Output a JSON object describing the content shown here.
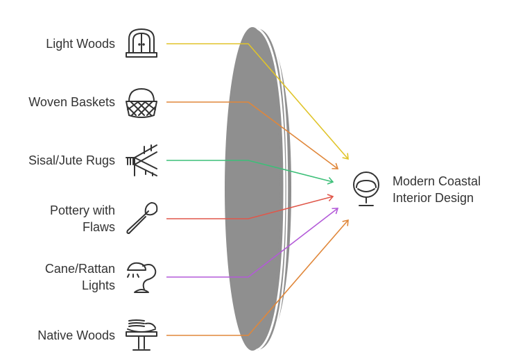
{
  "inputs": [
    {
      "lines": [
        "Light Woods"
      ],
      "color": "#e0c42a",
      "icon": "window-icon"
    },
    {
      "lines": [
        "Woven Baskets"
      ],
      "color": "#e0873a",
      "icon": "basket-icon"
    },
    {
      "lines": [
        "Sisal/Jute Rugs"
      ],
      "color": "#3cbf78",
      "icon": "stairs-icon"
    },
    {
      "lines": [
        "Pottery with",
        "Flaws"
      ],
      "color": "#e0574a",
      "icon": "trowel-icon"
    },
    {
      "lines": [
        "Cane/Rattan",
        "Lights"
      ],
      "color": "#b35ad8",
      "icon": "lamp-icon"
    },
    {
      "lines": [
        "Native Woods"
      ],
      "color": "#e0873a",
      "icon": "plates-icon"
    }
  ],
  "target": {
    "lines": [
      "Modern Coastal",
      "Interior Design"
    ],
    "icon": "chair-icon"
  },
  "lens_color": "#8f8f8f"
}
